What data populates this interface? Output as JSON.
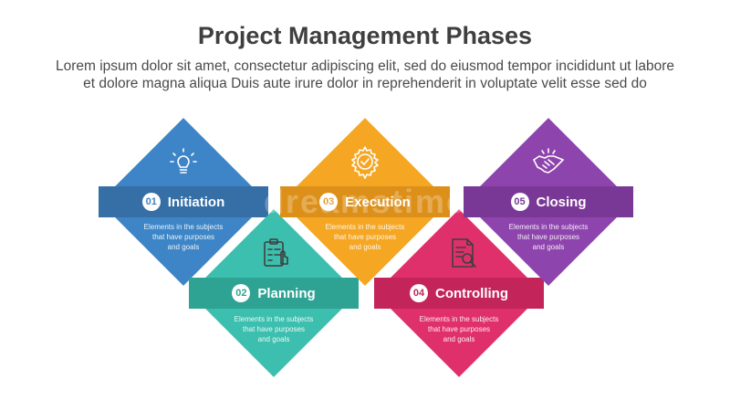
{
  "title": "Project Management Phases",
  "subtitle_line1": "Lorem ipsum dolor sit amet, consectetur adipiscing elit, sed do eiusmod tempor incididunt ut labore",
  "subtitle_line2": "et dolore magna aliqua Duis aute irure dolor in reprehenderit in voluptate velit esse sed do",
  "watermark": "dreamstime",
  "phases": [
    {
      "number": "01",
      "label": "Initiation",
      "color": "#3d85c6",
      "band": "#356fa6",
      "icon": "lightbulb-icon",
      "desc1": "Elements in the subjects",
      "desc2": "that have purposes",
      "desc3": "and goals"
    },
    {
      "number": "02",
      "label": "Planning",
      "color": "#3cbfae",
      "band": "#2ea293",
      "icon": "clipboard-hand-icon",
      "desc1": "Elements in the subjects",
      "desc2": "that have purposes",
      "desc3": "and goals"
    },
    {
      "number": "03",
      "label": "Execution",
      "color": "#f5a623",
      "band": "#dc901a",
      "icon": "gear-check-icon",
      "desc1": "Elements in the subjects",
      "desc2": "that have purposes",
      "desc3": "and goals"
    },
    {
      "number": "04",
      "label": "Controlling",
      "color": "#e0306b",
      "band": "#c3255b",
      "icon": "document-search-icon",
      "desc1": "Elements in the subjects",
      "desc2": "that have purposes",
      "desc3": "and goals"
    },
    {
      "number": "05",
      "label": "Closing",
      "color": "#8e44ad",
      "band": "#7a3896",
      "icon": "handshake-icon",
      "desc1": "Elements in the subjects",
      "desc2": "that have purposes",
      "desc3": "and goals"
    }
  ]
}
